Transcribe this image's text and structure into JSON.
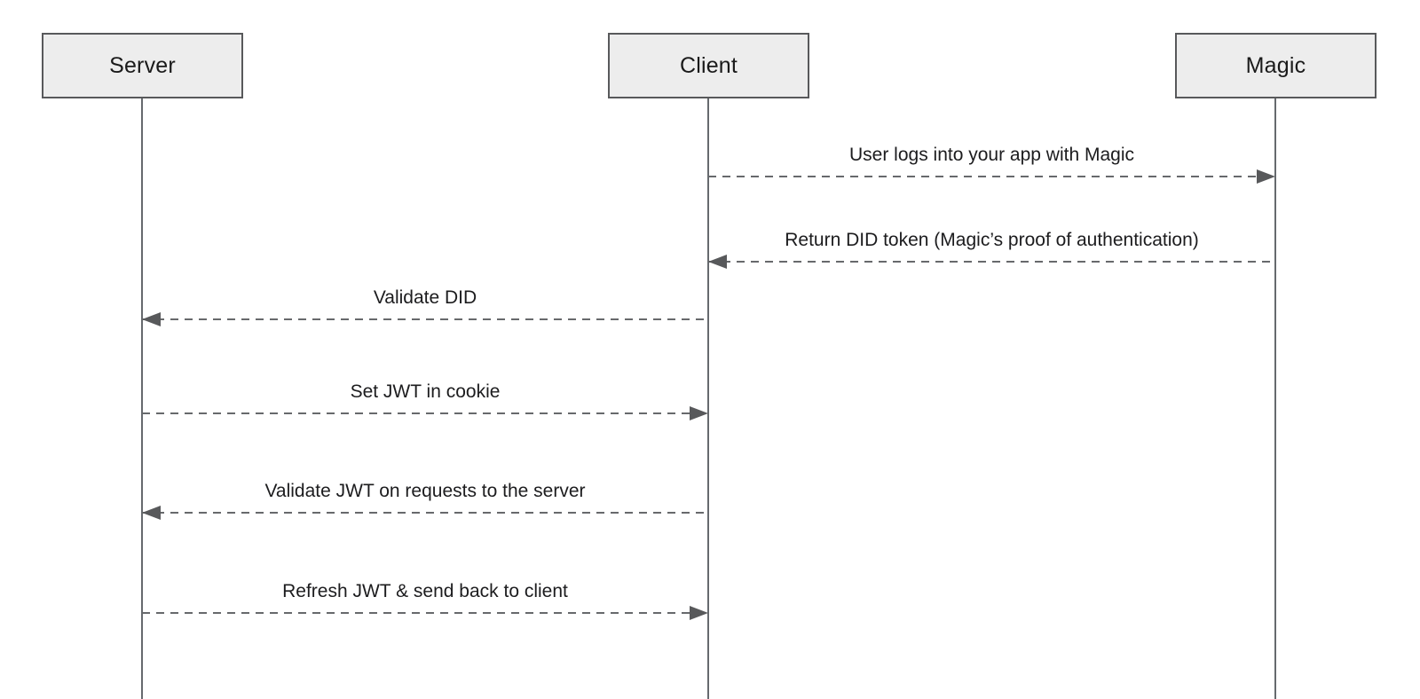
{
  "diagram": {
    "type": "sequence-diagram",
    "actors": [
      {
        "id": "server",
        "label": "Server"
      },
      {
        "id": "client",
        "label": "Client"
      },
      {
        "id": "magic",
        "label": "Magic"
      }
    ],
    "messages": [
      {
        "label": "User logs into your app with Magic",
        "from": "client",
        "to": "magic",
        "direction": "right",
        "line_style": "dashed"
      },
      {
        "label": "Return DID token (Magic’s proof of authentication)",
        "from": "magic",
        "to": "client",
        "direction": "left",
        "line_style": "dashed"
      },
      {
        "label": "Validate DID",
        "from": "client",
        "to": "server",
        "direction": "left",
        "line_style": "dashed"
      },
      {
        "label": "Set JWT in cookie",
        "from": "server",
        "to": "client",
        "direction": "right",
        "line_style": "dashed"
      },
      {
        "label": "Validate JWT on requests to the server",
        "from": "client",
        "to": "server",
        "direction": "left",
        "line_style": "dashed"
      },
      {
        "label": "Refresh JWT & send back to client",
        "from": "server",
        "to": "client",
        "direction": "right",
        "line_style": "dashed"
      }
    ],
    "colors": {
      "background": "#ffffff",
      "actor_fill": "#ededed",
      "actor_border": "#58595b",
      "lifeline": "#666a6e",
      "arrow": "#58595b",
      "text": "#1c1c1e"
    }
  }
}
